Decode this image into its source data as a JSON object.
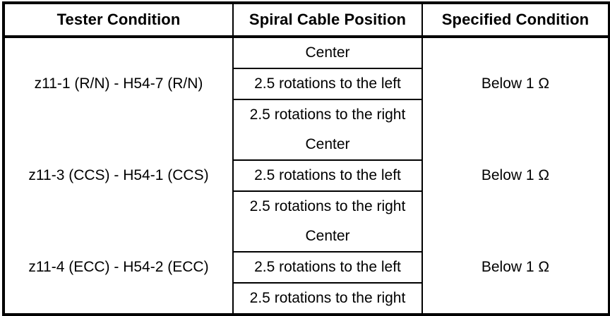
{
  "table": {
    "headers": [
      {
        "id": "tester-condition",
        "label": "Tester Condition"
      },
      {
        "id": "spiral-cable-position",
        "label": "Spiral Cable Position"
      },
      {
        "id": "specified-condition",
        "label": "Specified Condition"
      }
    ],
    "groups": [
      {
        "tester_condition": "z11-1 (R/N) - H54-7 (R/N)",
        "specified_condition": "Below 1 Ω",
        "positions": [
          "Center",
          "2.5 rotations to the left",
          "2.5 rotations to the right"
        ]
      },
      {
        "tester_condition": "z11-3 (CCS) - H54-1 (CCS)",
        "specified_condition": "Below 1 Ω",
        "positions": [
          "Center",
          "2.5 rotations to the left",
          "2.5 rotations to the right"
        ]
      },
      {
        "tester_condition": "z11-4 (ECC) - H54-2 (ECC)",
        "specified_condition": "Below 1 Ω",
        "positions": [
          "Center",
          "2.5 rotations to the left",
          "2.5 rotations to the right"
        ]
      }
    ]
  },
  "colors": {
    "text": "#000000",
    "background": "#ffffff",
    "border": "#000000"
  }
}
